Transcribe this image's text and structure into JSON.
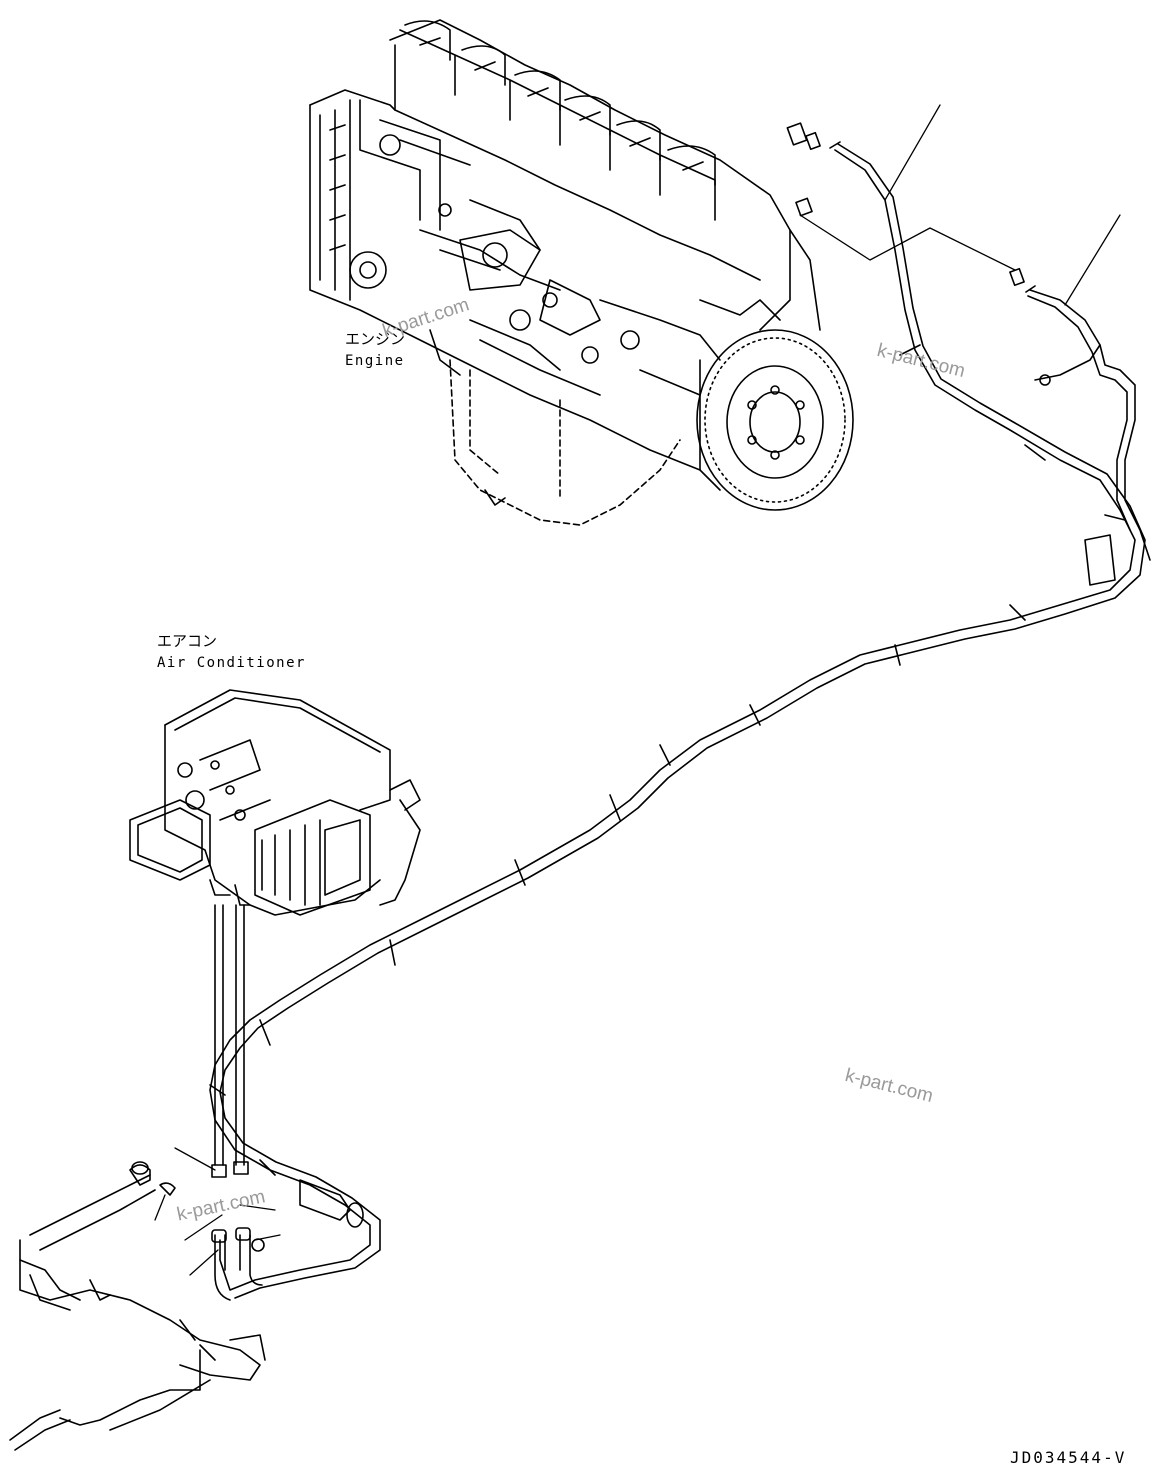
{
  "labels": {
    "engine_jp": "エンジン",
    "engine_en": "Engine",
    "aircon_jp": "エアコン",
    "aircon_en": "Air Conditioner"
  },
  "watermarks": [
    "k-part.com",
    "k-part.com",
    "k-part.com",
    "k-part.com"
  ],
  "drawing_code": "JD034544-V",
  "colors": {
    "line": "#000000",
    "background": "#ffffff",
    "watermark": "#9a9a9a"
  }
}
